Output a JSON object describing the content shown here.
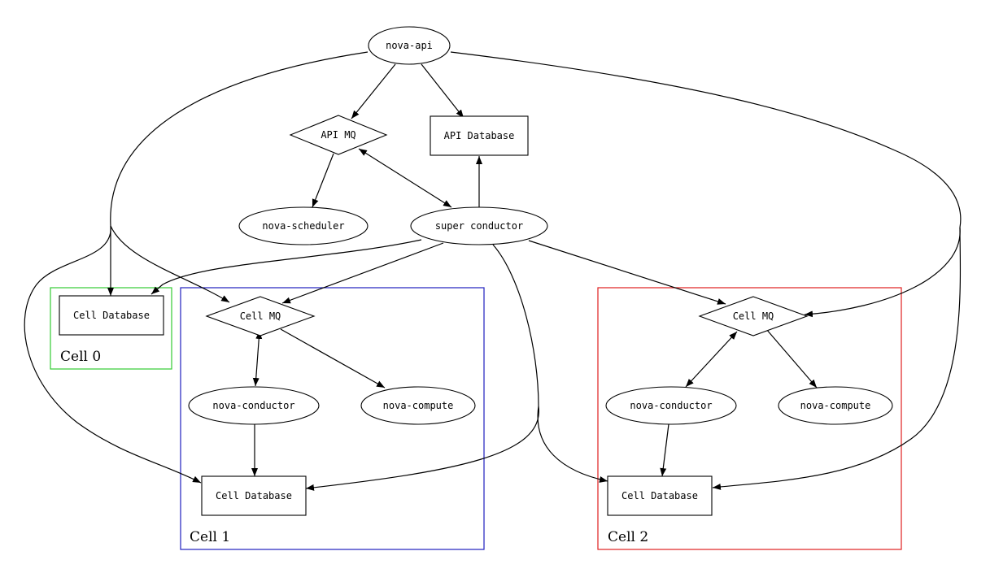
{
  "clusters": {
    "cell0": {
      "label": "Cell 0",
      "color": "#33cc33"
    },
    "cell1": {
      "label": "Cell 1",
      "color": "#1f1fbf"
    },
    "cell2": {
      "label": "Cell 2",
      "color": "#e02020"
    }
  },
  "nodes": {
    "nova_api": "nova-api",
    "api_mq": "API MQ",
    "api_database": "API Database",
    "nova_scheduler": "nova-scheduler",
    "super_conductor": "super conductor",
    "cell0_database": "Cell Database",
    "cell1_mq": "Cell MQ",
    "cell1_conductor": "nova-conductor",
    "cell1_compute": "nova-compute",
    "cell1_database": "Cell Database",
    "cell2_mq": "Cell MQ",
    "cell2_conductor": "nova-conductor",
    "cell2_compute": "nova-compute",
    "cell2_database": "Cell Database"
  }
}
